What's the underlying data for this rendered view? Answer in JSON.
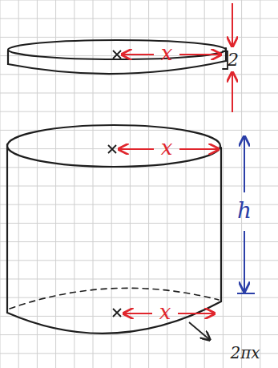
{
  "diagram": {
    "labels": [
      "x",
      "2",
      "x",
      "h",
      "x",
      "2πx"
    ]
  }
}
